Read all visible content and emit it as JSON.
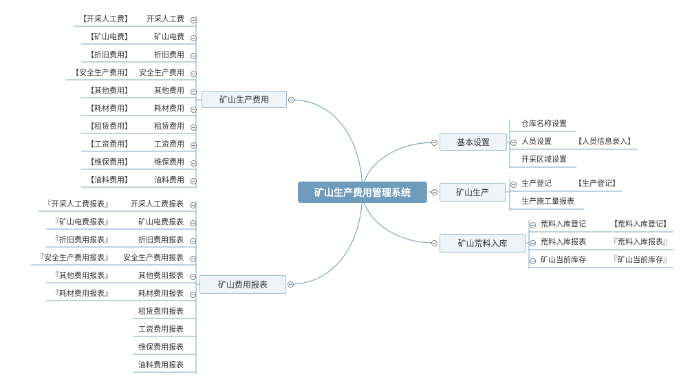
{
  "root": {
    "title": "矿山生产费用管理系统"
  },
  "left_branches": [
    {
      "label": "矿山生产费用",
      "items": [
        {
          "name": "开采人工费",
          "tag": "【开采人工费】"
        },
        {
          "name": "矿山电费",
          "tag": "【矿山电费】"
        },
        {
          "name": "折旧费用",
          "tag": "【折旧费用】"
        },
        {
          "name": "安全生产费用",
          "tag": "【安全生产费用】"
        },
        {
          "name": "其他费用",
          "tag": "【其他费用】"
        },
        {
          "name": "耗材费用",
          "tag": "【耗材费用】"
        },
        {
          "name": "租赁费用",
          "tag": "【租赁费用】"
        },
        {
          "name": "工资费用",
          "tag": "【工资费用】"
        },
        {
          "name": "维保费用",
          "tag": "【维保费用】"
        },
        {
          "name": "油料费用",
          "tag": "【油料费用】"
        }
      ]
    },
    {
      "label": "矿山费用报表",
      "items": [
        {
          "name": "开采人工费报表",
          "tag": "『开采人工费报表』"
        },
        {
          "name": "矿山电费报表",
          "tag": "『矿山电费报表』"
        },
        {
          "name": "折旧费用报表",
          "tag": "『折旧费用报表』"
        },
        {
          "name": "安全生产费用报表",
          "tag": "『安全生产费用报表』"
        },
        {
          "name": "其他费用报表",
          "tag": "『其他费用报表』"
        },
        {
          "name": "耗材费用报表",
          "tag": "『耗材费用报表』"
        },
        {
          "name": "租赁费用报表",
          "tag": ""
        },
        {
          "name": "工资费用报表",
          "tag": ""
        },
        {
          "name": "维保费用报表",
          "tag": ""
        },
        {
          "name": "油料费用报表",
          "tag": ""
        }
      ]
    }
  ],
  "right_branches": [
    {
      "label": "基本设置",
      "items": [
        {
          "name": "仓库名称设置",
          "tag": ""
        },
        {
          "name": "人员设置",
          "tag": "【人员信息录入】"
        },
        {
          "name": "开采区域设置",
          "tag": ""
        }
      ]
    },
    {
      "label": "矿山生产",
      "items": [
        {
          "name": "生产登记",
          "tag": "【生产登记】"
        },
        {
          "name": "生产施工量报表",
          "tag": ""
        }
      ]
    },
    {
      "label": "矿山荒料入库",
      "items": [
        {
          "name": "荒料入库登记",
          "tag": "【荒料入库登记】"
        },
        {
          "name": "荒料入库报表",
          "tag": "『荒料入库报表』"
        },
        {
          "name": "矿山当前库存",
          "tag": "『矿山当前库存』"
        }
      ]
    }
  ],
  "colors": {
    "line": "#7ea6c4",
    "root_fill": "#6f9bbc",
    "node_fill": "#eef4f8",
    "node_border": "#9fbcd0",
    "text": "#333333"
  }
}
